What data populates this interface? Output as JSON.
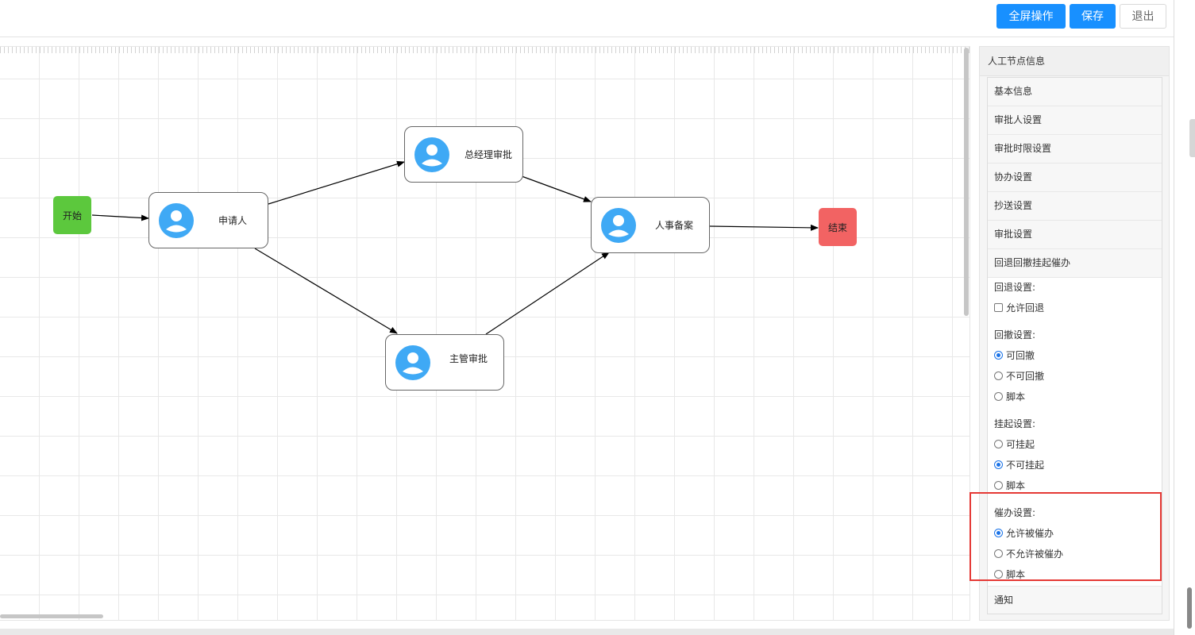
{
  "toolbar": {
    "fullscreen_label": "全屏操作",
    "save_label": "保存",
    "exit_label": "退出"
  },
  "flow": {
    "start_label": "开始",
    "end_label": "结束",
    "nodes": [
      "申请人",
      "总经理审批",
      "主管审批",
      "人事备案"
    ],
    "colors": {
      "start": "#5cc83d",
      "end": "#f26363",
      "avatar": "#3fa9f5"
    }
  },
  "panel": {
    "title": "人工节点信息",
    "sections": [
      "基本信息",
      "审批人设置",
      "审批时限设置",
      "协办设置",
      "抄送设置",
      "审批设置",
      "回退回撤挂起催办"
    ],
    "rollback": {
      "label": "回退设置:",
      "allow_label": "允许回退",
      "checked": false
    },
    "withdraw": {
      "label": "回撤设置:",
      "options": [
        "可回撤",
        "不可回撤",
        "脚本"
      ],
      "selected": "可回撤"
    },
    "suspend": {
      "label": "挂起设置:",
      "options": [
        "可挂起",
        "不可挂起",
        "脚本"
      ],
      "selected": "不可挂起"
    },
    "urge": {
      "label": "催办设置:",
      "options": [
        "允许被催办",
        "不允许被催办",
        "脚本"
      ],
      "selected": "允许被催办"
    },
    "last_section": "通知"
  }
}
